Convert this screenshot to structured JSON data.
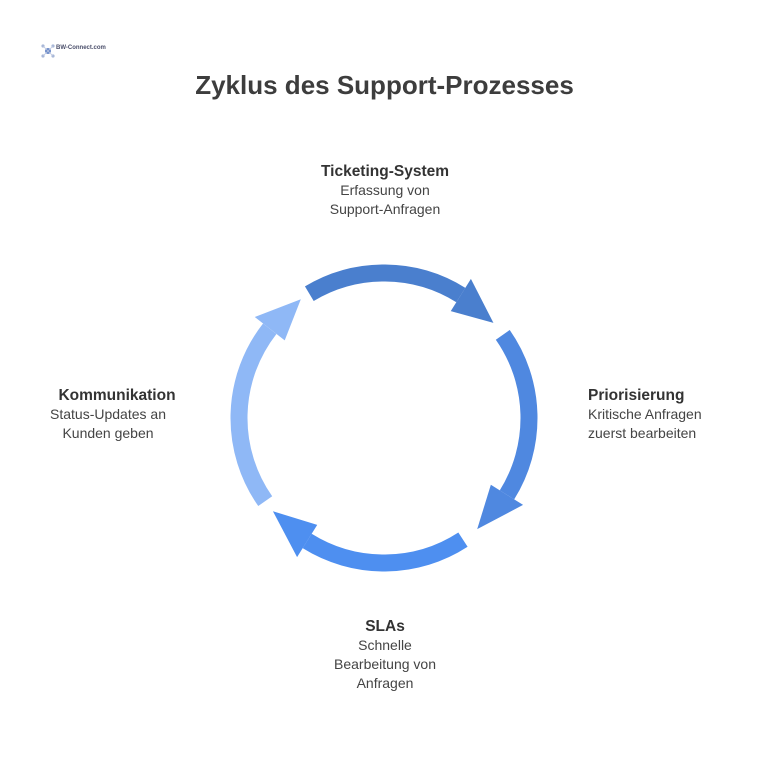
{
  "logo": {
    "text": "BW-Connect.com",
    "icon": "network-logo-icon"
  },
  "title": "Zyklus des Support-Prozesses",
  "stages": [
    {
      "name": "Ticketing-System",
      "desc_line1": "Erfassung von",
      "desc_line2": "Support-Anfragen",
      "color": "#4a7fce"
    },
    {
      "name": "Priorisierung",
      "desc_line1": "Kritische Anfragen",
      "desc_line2": "zuerst bearbeiten",
      "color": "#4f88e0"
    },
    {
      "name": "SLAs",
      "desc_line1": "Schnelle",
      "desc_line2": "Bearbeitung von",
      "desc_line3": "Anfragen",
      "color": "#4e8ff0"
    },
    {
      "name": "Kommunikation",
      "desc_line1": "Status-Updates an",
      "desc_line2": "Kunden geben",
      "color": "#8fb8f6"
    }
  ]
}
